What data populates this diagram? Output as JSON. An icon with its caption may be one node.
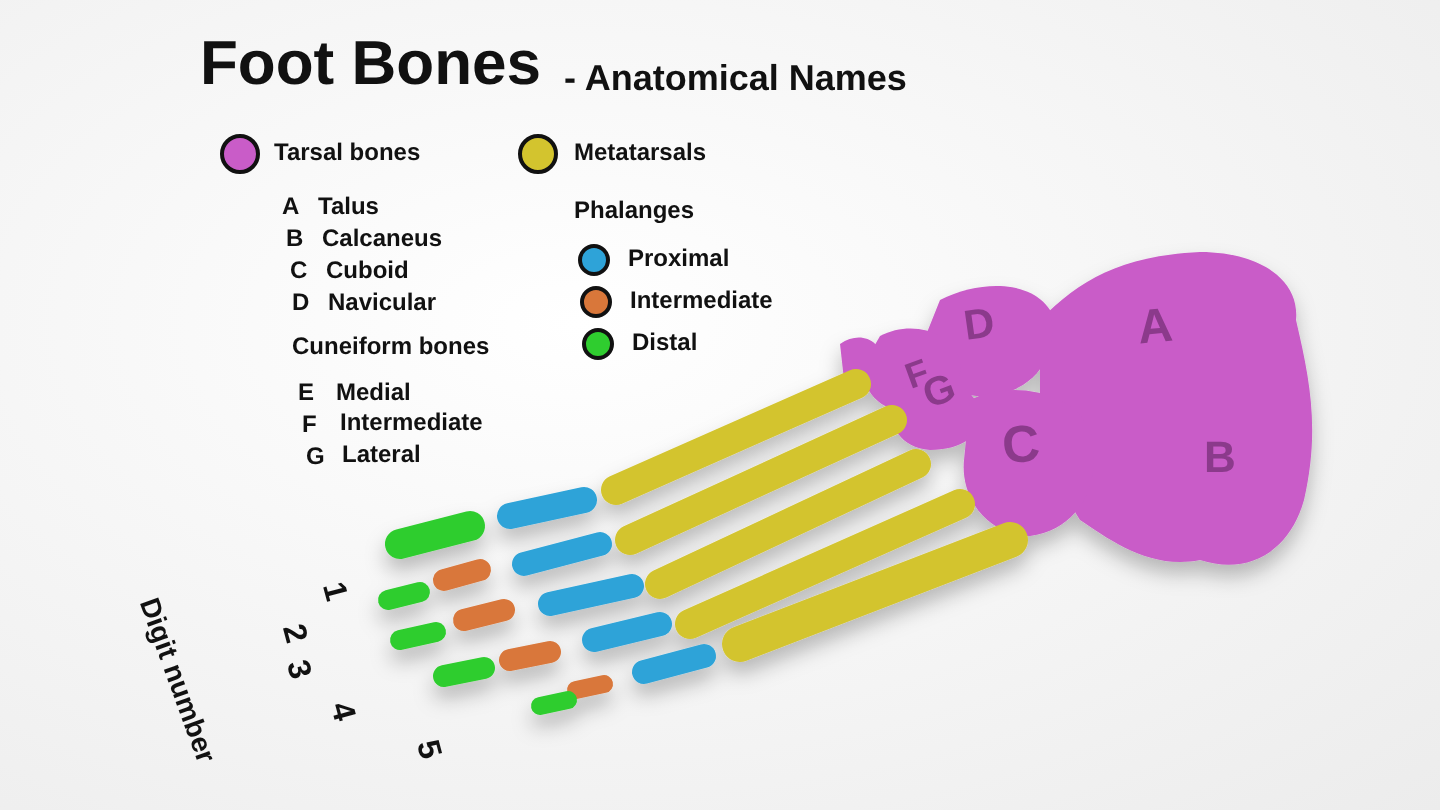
{
  "diagram": {
    "title": "Foot Bones",
    "labels": [
      "- Anatomical Names",
      "A",
      "Talus",
      "B",
      "Calcaneus",
      "C",
      "Cuboid",
      "D",
      "Navicular",
      "Cuneiform bones",
      "E",
      "Medial",
      "F",
      "Intermediate",
      "G",
      "Lateral",
      "Phalanges",
      "D",
      "A",
      "F",
      "G",
      "C",
      "B",
      "1",
      "2",
      "3",
      "4",
      "5",
      "Digit number"
    ],
    "legend": [
      {
        "text": "Tarsal bones",
        "color": "#c95cc8"
      },
      {
        "text": "Metatarsals",
        "color": "#d3c42e"
      },
      {
        "text": "Proximal",
        "color": "#2ea3d8"
      },
      {
        "text": "Intermediate",
        "color": "#d9773a"
      },
      {
        "text": "Distal",
        "color": "#2fcd2f"
      }
    ]
  }
}
